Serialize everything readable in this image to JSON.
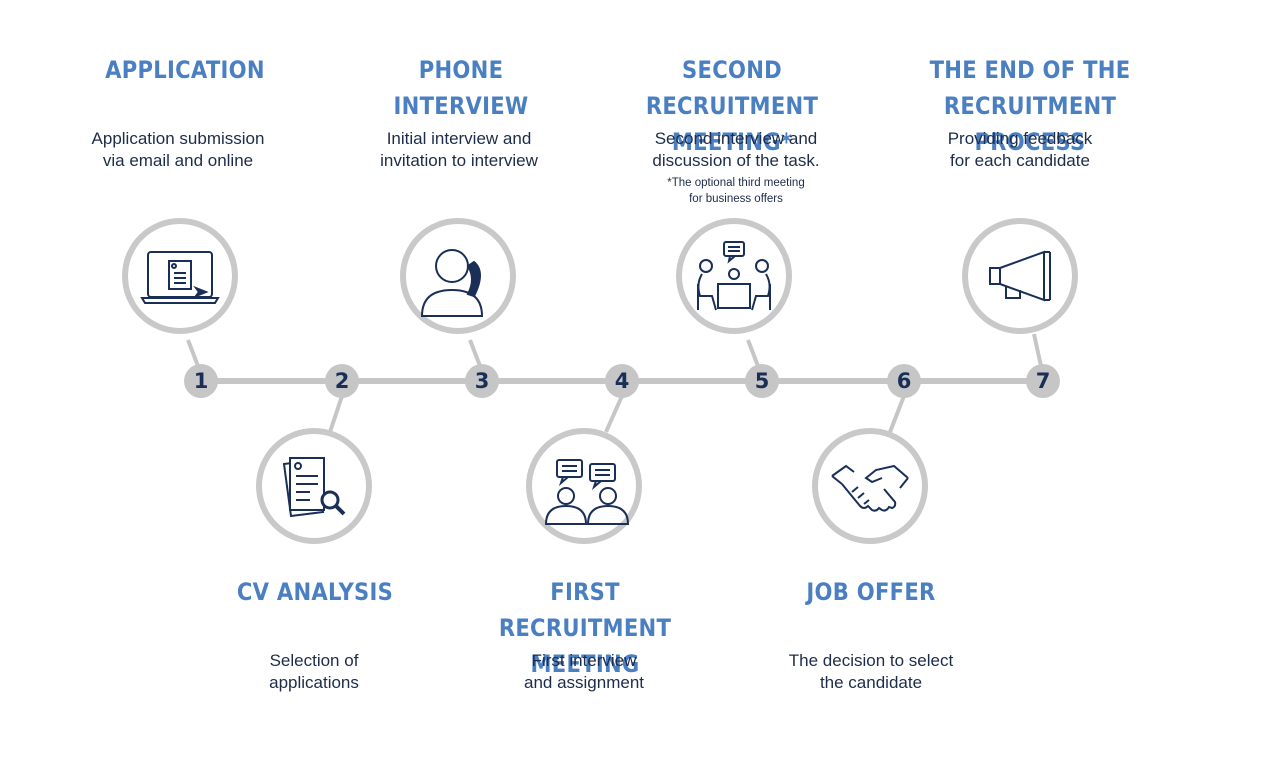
{
  "colors": {
    "title": "#4a7fc1",
    "text": "#1d2c4a",
    "icon_stroke": "#1a2f58",
    "circle_border": "#c9c9c9",
    "timeline": "#c6c6c6"
  },
  "steps": [
    {
      "number": "1",
      "title": "APPLICATION",
      "description": "Application submission\nvia email and online",
      "icon": "laptop-icon"
    },
    {
      "number": "2",
      "title": "CV ANALYSIS",
      "description": "Selection of\napplications",
      "icon": "document-search-icon"
    },
    {
      "number": "3",
      "title": "PHONE\nINTERVIEW",
      "description": "Initial interview and\ninvitation to interview",
      "icon": "phone-call-icon"
    },
    {
      "number": "4",
      "title": "FIRST RECRUITMENT\nMEETING",
      "description": "First interview\nand assignment",
      "icon": "conversation-icon"
    },
    {
      "number": "5",
      "title": "SECOND RECRUITMENT\nMEETING*",
      "description": "Second interview and\ndiscussion of the task.",
      "note": "*The optional third meeting\nfor business offers",
      "icon": "meeting-table-icon"
    },
    {
      "number": "6",
      "title": "JOB OFFER",
      "description": "The decision to select\nthe candidate",
      "icon": "handshake-icon"
    },
    {
      "number": "7",
      "title": "THE END OF THE\nRECRUITMENT PROCESS",
      "description": "Providing feedback\nfor each candidate",
      "icon": "megaphone-icon"
    }
  ]
}
